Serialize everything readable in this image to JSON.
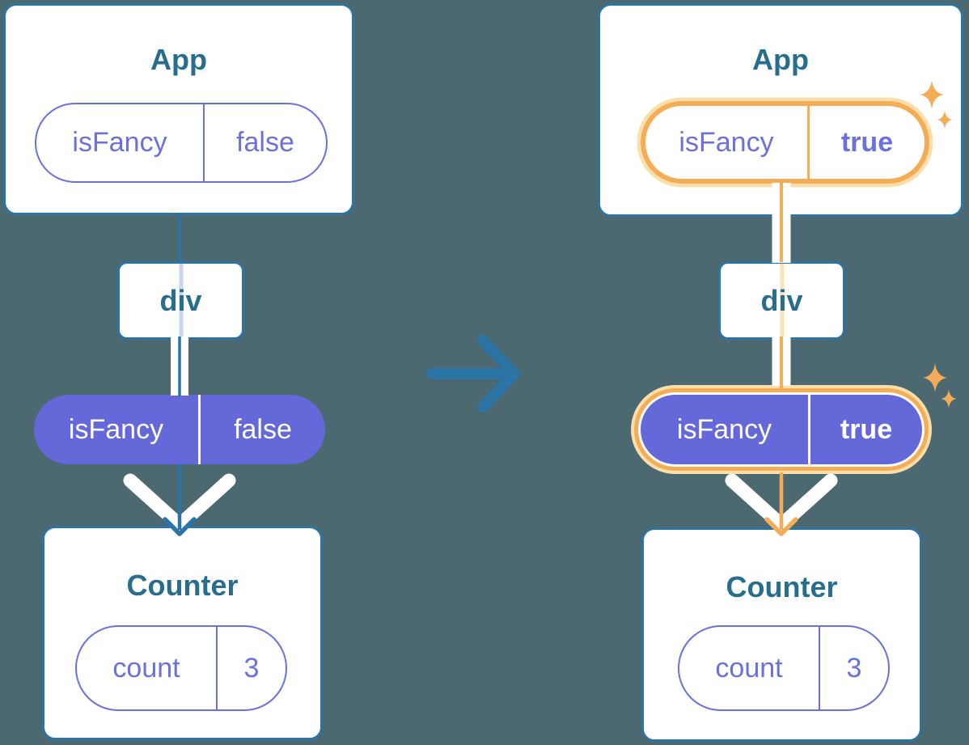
{
  "colors": {
    "background": "#4c6871",
    "steel_blue": "#2b74a4",
    "teal_text": "#276e8e",
    "purple": "#6468d8",
    "purple_text": "#6b71dc",
    "periwinkle": "#cbd6ee",
    "orange": "#f5ac57",
    "orange_light": "#fbdfab",
    "orange_pale": "#fae4bc",
    "white": "#ffffff"
  },
  "left_tree": {
    "root_title": "App",
    "root_pill": {
      "key": "isFancy",
      "value": "false"
    },
    "child_title": "div",
    "passed_pill": {
      "key": "isFancy",
      "value": "false"
    },
    "leaf_title": "Counter",
    "leaf_pill": {
      "key": "count",
      "value": "3"
    }
  },
  "right_tree": {
    "root_title": "App",
    "root_pill": {
      "key": "isFancy",
      "value": "true"
    },
    "child_title": "div",
    "passed_pill": {
      "key": "isFancy",
      "value": "true"
    },
    "leaf_title": "Counter",
    "leaf_pill": {
      "key": "count",
      "value": "3"
    }
  },
  "icons": {
    "transition": "arrow-right-icon",
    "highlight": "sparkles-icon",
    "flow": "arrow-down-icon"
  }
}
